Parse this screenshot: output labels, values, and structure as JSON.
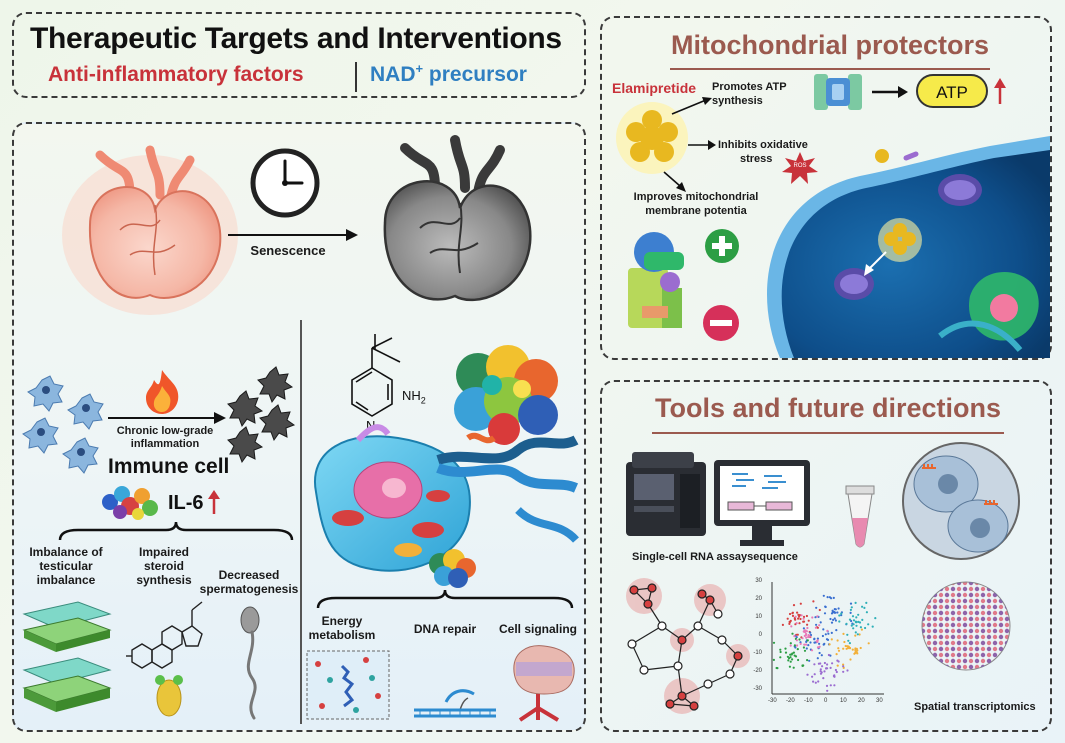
{
  "header": {
    "title": "Therapeutic Targets and Interventions",
    "sub_left": "Anti-inflammatory factors",
    "sub_right_main": "NAD",
    "sub_right_sup": "+",
    "sub_right_rest": " precursor"
  },
  "senescence": {
    "arrow_label": "Senescence"
  },
  "immune": {
    "inflammation_label_1": "Chronic low-grade",
    "inflammation_label_2": "inflammation",
    "immune_title": "Immune cell",
    "il6_label": "IL-6",
    "effects": [
      {
        "line1": "Imbalance of",
        "line2": "testicular",
        "line3": "imbalance"
      },
      {
        "line1": "Impaired",
        "line2": "steroid",
        "line3": "synthesis"
      },
      {
        "line1": "Decreased",
        "line2": "spermatogenesis",
        "line3": ""
      }
    ]
  },
  "nad": {
    "nh2_label": "NH",
    "nh2_sub": "2",
    "n_label": "N",
    "functions": [
      {
        "line1": "Energy",
        "line2": "metabolism"
      },
      {
        "line1": "DNA repair",
        "line2": ""
      },
      {
        "line1": "Cell signaling",
        "line2": ""
      }
    ]
  },
  "mito": {
    "title": "Mitochondrial protectors",
    "drug_name": "Elamipretide",
    "effect_atp_1": "Promotes ATP",
    "effect_atp_2": "synthesis",
    "atp_label": "ATP",
    "effect_ox_1": "Inhibits oxidative",
    "effect_ox_2": "stress",
    "ros_label": "ROS",
    "effect_mem_1": "Improves mitochondrial",
    "effect_mem_2": "membrane potentia"
  },
  "tools": {
    "title": "Tools and future directions",
    "scrna_label": "Single-cell RNA assaysequence",
    "spatial_label": "Spatial transcriptomics",
    "y_ticks": [
      "30",
      "20",
      "10",
      "0",
      "-10",
      "-20",
      "-30"
    ],
    "x_ticks": [
      "-30",
      "-20",
      "-10",
      "0",
      "10",
      "20",
      "30"
    ]
  },
  "colors": {
    "red": "#c8323a",
    "blue": "#2f7fc1",
    "brown": "#9b5a4f",
    "dark": "#1a1a1a"
  }
}
